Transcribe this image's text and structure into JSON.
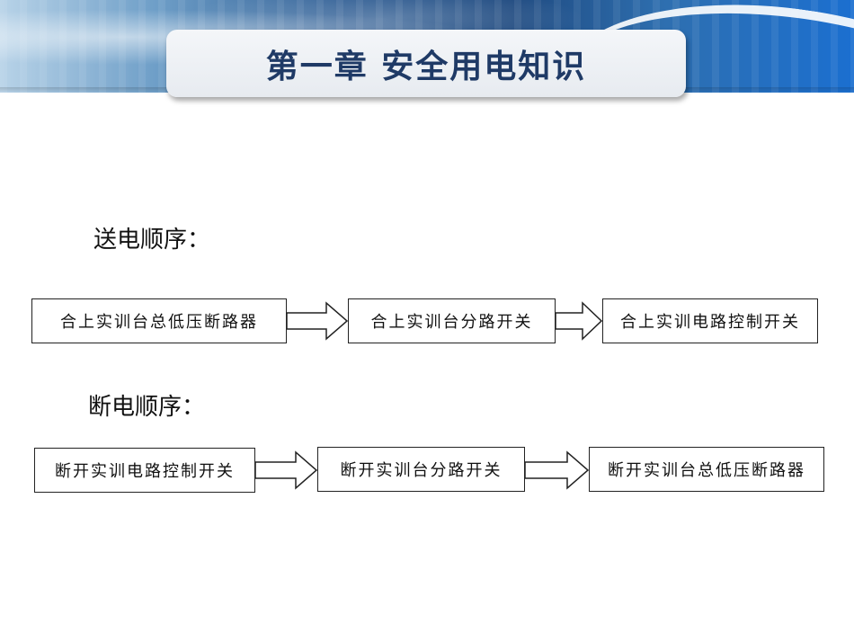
{
  "slide": {
    "title": "第一章  安全用电知识"
  },
  "power_on": {
    "label": "送电顺序：",
    "steps": [
      "合上实训台总低压断路器",
      "合上实训台分路开关",
      "合上实训电路控制开关"
    ]
  },
  "power_off": {
    "label": "断电顺序：",
    "steps": [
      "断开实训电路控制开关",
      "断开实训台分路开关",
      "断开实训台总低压断路器"
    ]
  }
}
